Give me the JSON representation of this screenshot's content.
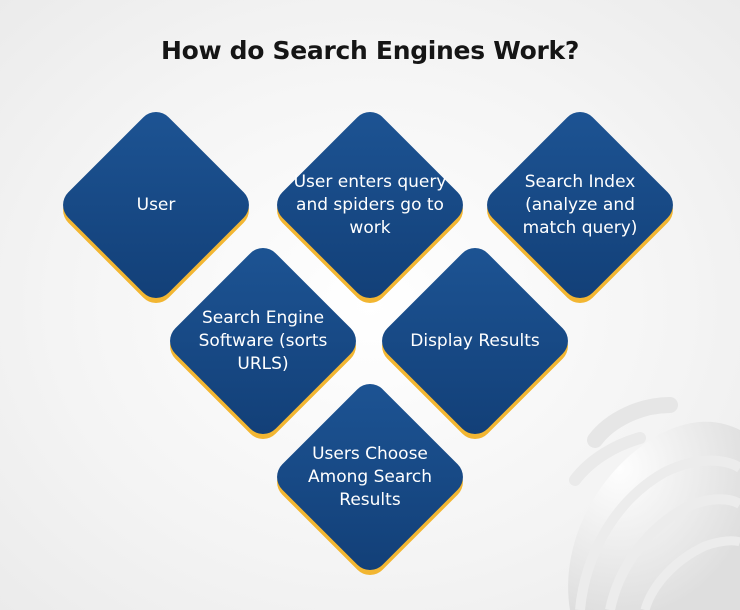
{
  "title": "How do Search Engines Work?",
  "colors": {
    "diamond_fill": "#1a4c8b",
    "diamond_accent": "#f2b632",
    "text": "#ffffff",
    "title": "#151515"
  },
  "nodes": [
    {
      "label": "User"
    },
    {
      "label": "User enters query and spiders go to work"
    },
    {
      "label": "Search Index (analyze and match query)"
    },
    {
      "label": "Search Engine Software (sorts URLS)"
    },
    {
      "label": "Display Results"
    },
    {
      "label": "Users Choose Among Search Results"
    }
  ]
}
